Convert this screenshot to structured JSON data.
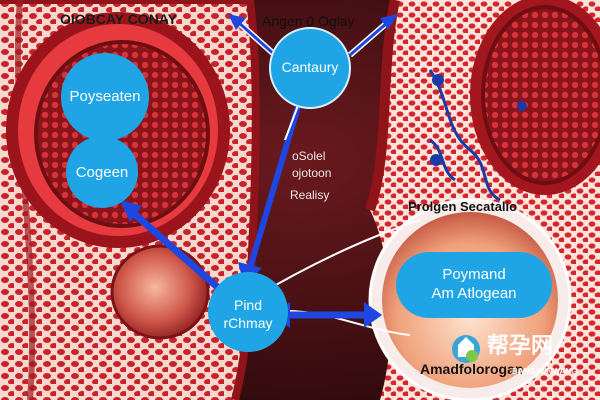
{
  "labels": {
    "top_left": "OIOBCAY CONAY",
    "top_center": "Angen 0 Oglay",
    "bubble_top": "Cantaury",
    "bubble_left_upper": "Poyseaten",
    "bubble_left_lower": "Cogeen",
    "center_line1": "oSolel",
    "center_line2": "ojotoon",
    "center_line3": "Realisy",
    "bubble_bottom_line1": "Pind",
    "bubble_bottom_line2": "rChmay",
    "right_circle_title": "Prolgen Secatalio",
    "right_pill_line1": "Poymand",
    "right_pill_line2": "Am Atlogean",
    "bottom_right": "Amadfolorogan",
    "watermark_cn": "帮孕网",
    "watermark_en": "BANGYUNWANG"
  },
  "colors": {
    "bubble": "#1fa5e6",
    "arrow": "#1e46e0",
    "tissue": "#b0171f",
    "cell": "#e0262e"
  },
  "icons": {
    "watermark": "bangyun-logo-icon"
  }
}
